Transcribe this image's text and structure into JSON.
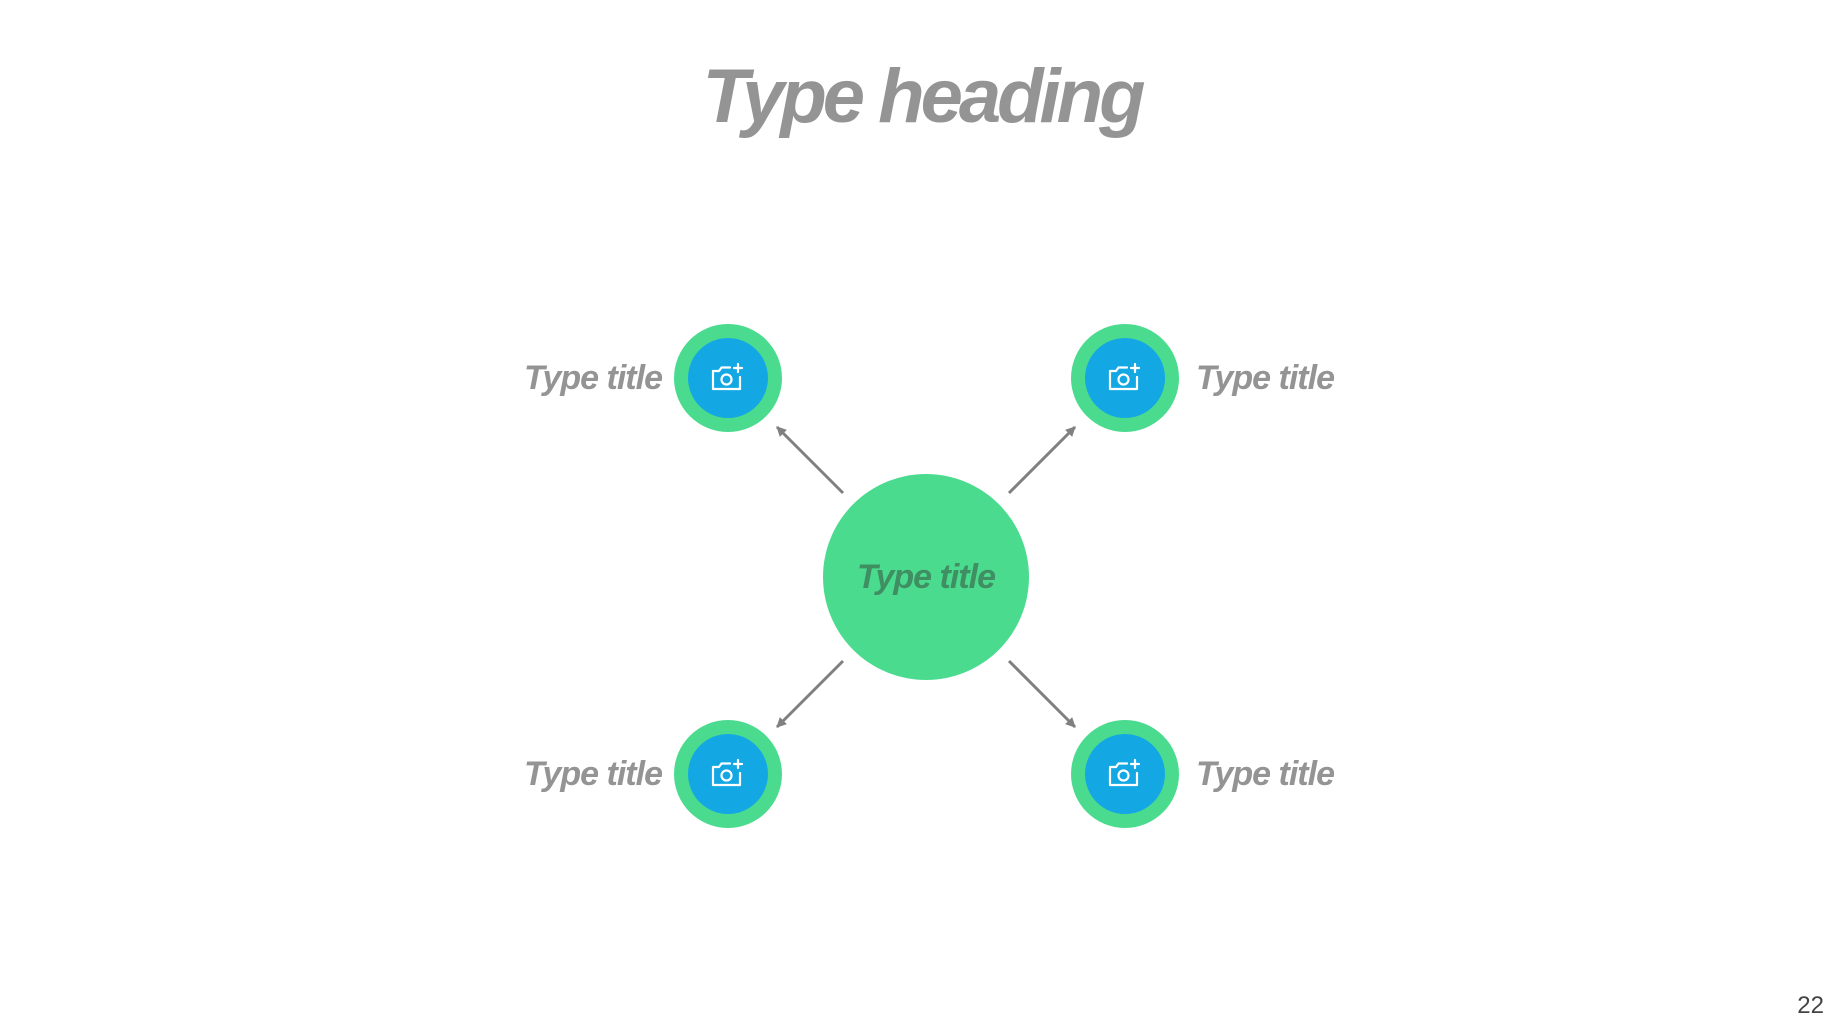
{
  "slide": {
    "heading": "Type heading",
    "page_number": "22"
  },
  "diagram": {
    "center": {
      "label": "Type title"
    },
    "nodes": [
      {
        "position": "top-left",
        "label": "Type title",
        "icon": "camera-add-icon"
      },
      {
        "position": "top-right",
        "label": "Type title",
        "icon": "camera-add-icon"
      },
      {
        "position": "bottom-left",
        "label": "Type title",
        "icon": "camera-add-icon"
      },
      {
        "position": "bottom-right",
        "label": "Type title",
        "icon": "camera-add-icon"
      }
    ],
    "colors": {
      "node_green": "#4bdb8f",
      "node_blue": "#13a8e3",
      "text_gray": "#949494",
      "center_text": "#3f8f62",
      "arrow_gray": "#808080"
    }
  }
}
